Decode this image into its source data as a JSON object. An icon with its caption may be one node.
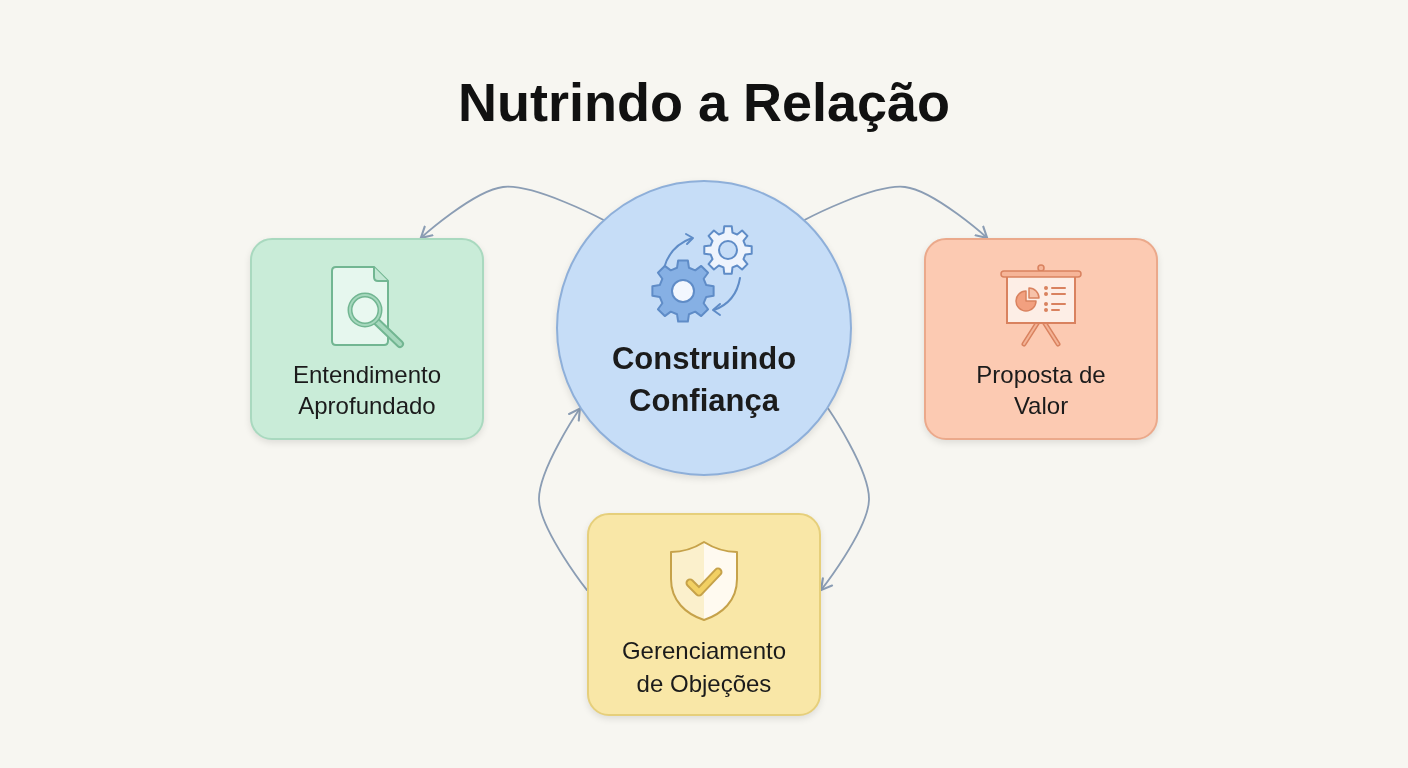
{
  "diagram": {
    "title": "Nutrindo a Relação",
    "nodes": [
      {
        "text": [
          "Entendimento Aprofundado"
        ]
      },
      {
        "text": [
          "Construindo Confiança"
        ]
      },
      {
        "text": [
          "Proposta de Valor"
        ]
      },
      {
        "text": [
          "Gerenciamento de Objeções"
        ]
      }
    ],
    "edges": [
      {
        "from": 1,
        "to": 0,
        "arrow": "to"
      },
      {
        "from": 1,
        "to": 2,
        "arrow": "to"
      },
      {
        "from": 1,
        "to": 3,
        "arrow": "to"
      },
      {
        "from": 3,
        "to": 1,
        "arrow": "to"
      }
    ]
  }
}
